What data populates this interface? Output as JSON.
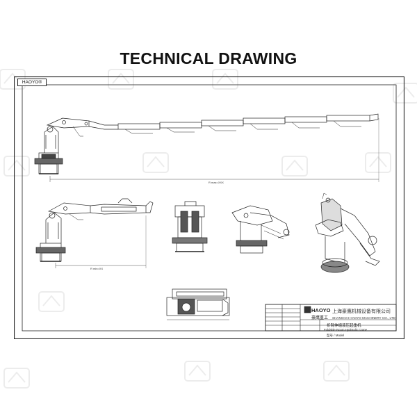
{
  "title": "TECHNICAL DRAWING",
  "brand_tag": "HAOYO®",
  "title_block": {
    "logo_text": "HAOYO",
    "logo_cn": "豪鹰重工",
    "company_cn": "上海豪鹰机械设备有限公司",
    "company_en": "SHANGHAI HAOYO MACHINERY CO., LTD",
    "product_cn": "折臂伸缩液压起重机",
    "product_en": "Foldable Boom Hydraulic Crane",
    "model": "型号 / Model"
  },
  "dimensions": {
    "top_span": "R max=XXX",
    "mid_span": "R min=XX"
  }
}
